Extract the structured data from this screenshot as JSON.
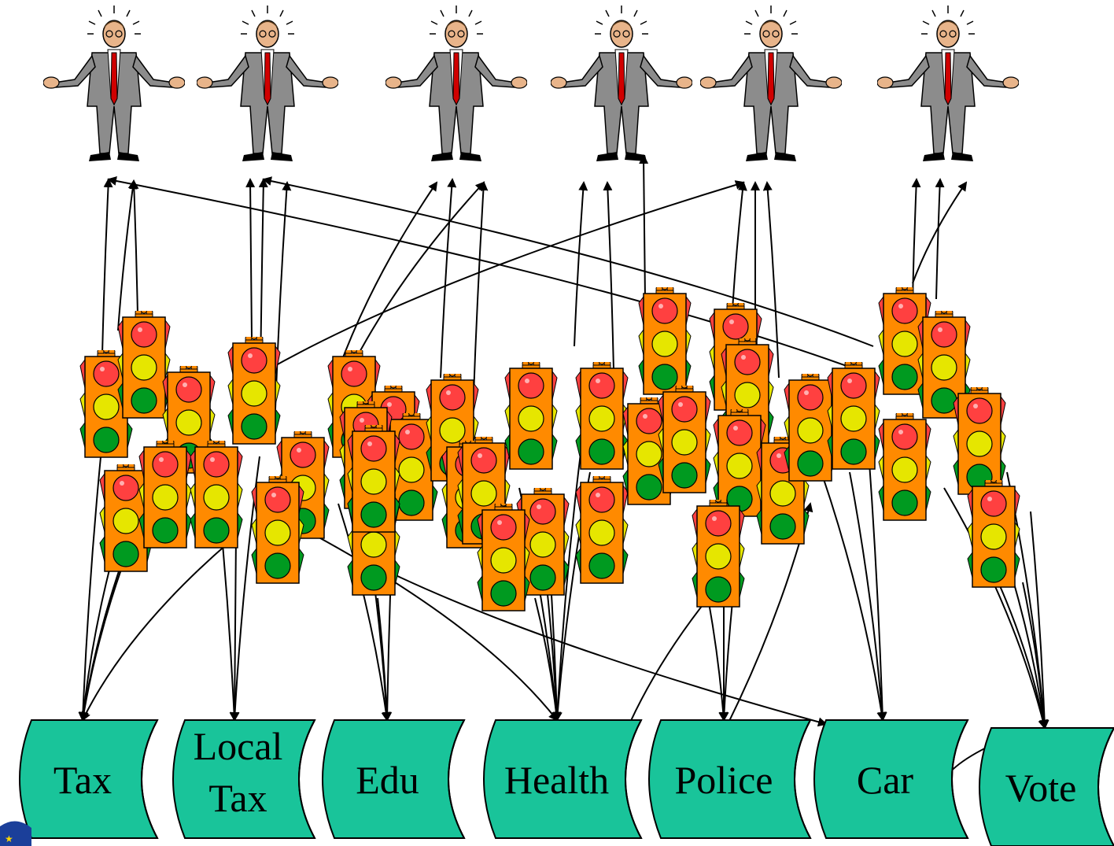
{
  "people": [
    {
      "id": "p1",
      "label": ""
    },
    {
      "id": "p2",
      "label": ""
    },
    {
      "id": "p3",
      "label": ""
    },
    {
      "id": "p4",
      "label": ""
    },
    {
      "id": "p5",
      "label": ""
    },
    {
      "id": "p6",
      "label": ""
    }
  ],
  "databases": [
    {
      "id": "tax",
      "lines": [
        "Tax"
      ]
    },
    {
      "id": "local-tax",
      "lines": [
        "Local",
        "Tax"
      ]
    },
    {
      "id": "edu",
      "lines": [
        "Edu"
      ]
    },
    {
      "id": "health",
      "lines": [
        "Health"
      ]
    },
    {
      "id": "police",
      "lines": [
        "Police"
      ]
    },
    {
      "id": "car",
      "lines": [
        "Car"
      ]
    },
    {
      "id": "vote",
      "lines": [
        "Vote"
      ]
    }
  ],
  "traffic_light_count": 38,
  "colors": {
    "database_fill": "#19c49a",
    "light_housing": "#ff8a00",
    "lamp_red": "#ff4040",
    "lamp_yellow": "#e6e600",
    "lamp_green": "#009a20",
    "person_suit": "#8c8c8c",
    "person_tie": "#d00000"
  },
  "icons": [
    "person-icon",
    "traffic-light-icon",
    "database-icon",
    "eu-logo-icon"
  ]
}
